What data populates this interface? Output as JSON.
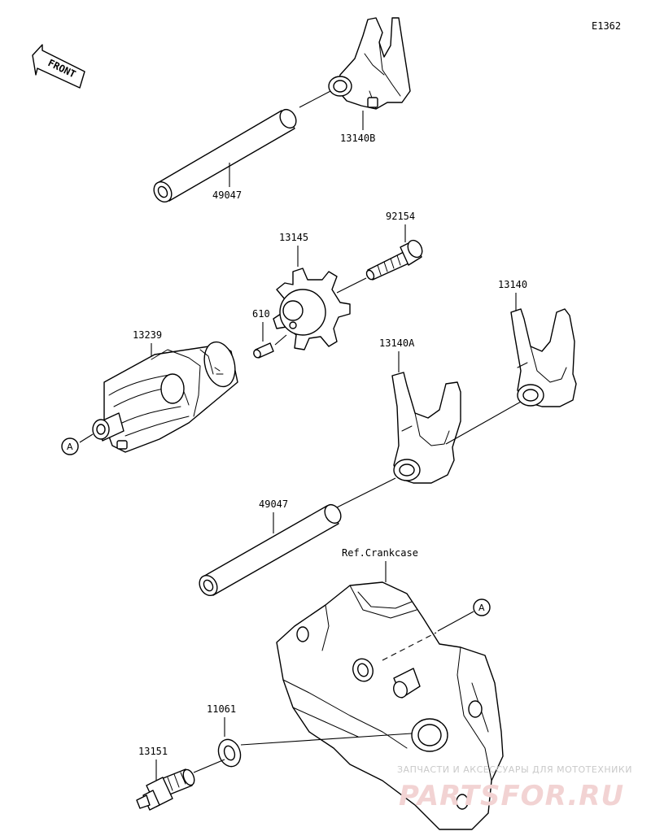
{
  "diagram_code": "E1362",
  "front_label": "FRONT",
  "parts": {
    "fork_13140B": "13140B",
    "shaft_upper": "49047",
    "bolt": "92154",
    "plate": "13145",
    "pin": "610",
    "drum": "13239",
    "fork_13140": "13140",
    "fork_13140A": "13140A",
    "shaft_lower": "49047",
    "ref": "Ref.Crankcase",
    "washer": "11061",
    "switch": "13151"
  },
  "ref_marker": "A",
  "watermark": {
    "line1": "ЗАПЧАСТИ И АКСЕССУАРЫ ДЛЯ МОТОТЕХНИКИ",
    "line2": "PARTSFOR.RU"
  }
}
